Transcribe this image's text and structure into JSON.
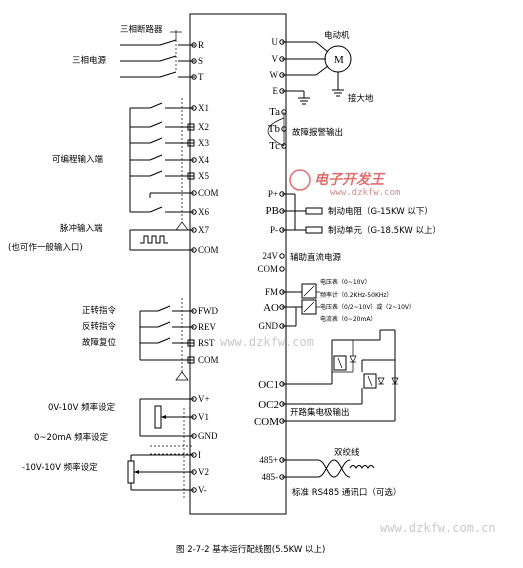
{
  "left_labels": {
    "breaker": "三相断路器",
    "three_phase_power": "三相电源",
    "programmable_inputs": "可编程输入端",
    "pulse_input": "脉冲输入端",
    "pulse_input_note": "(也可作一般输入口)",
    "forward": "正转指令",
    "reverse": "反转指令",
    "fault_reset": "故障复位",
    "freq_0_10v": "0V-10V 频率设定",
    "freq_0_20ma": "0~20mA 频率设定",
    "freq_pm10v": "-10V-10V 频率设定"
  },
  "left_terminals": [
    "R",
    "S",
    "T",
    "X1",
    "X2",
    "X3",
    "X4",
    "X5",
    "COM",
    "X6",
    "X7",
    "COM",
    "FWD",
    "REV",
    "RST",
    "COM",
    "V+",
    "V1",
    "GND",
    "I",
    "V2",
    "V-"
  ],
  "right_terminals": [
    "U",
    "V",
    "W",
    "E",
    "Ta",
    "Tb",
    "Tc",
    "P+",
    "PB",
    "P-",
    "24V",
    "COM",
    "FM",
    "AO",
    "GND",
    "OC1",
    "OC2",
    "COM",
    "485+",
    "485-"
  ],
  "right_labels": {
    "motor": "电动机",
    "motor_symbol": "M",
    "ground": "接大地",
    "fault_alarm": "故障报警输出",
    "brake_resistor": "制动电阻（G-15KW 以下）",
    "brake_unit": "制动单元（G-18.5KW 以上）",
    "aux_dc": "辅助直流电源",
    "voltmeter": "电压表（0~10V）",
    "freq_meter": "频率计（0.2KHz-50KHz）",
    "voltmeter2": "电压表（0/2~10V）或（2~10V）",
    "ammeter": "电流表（0~20mA）",
    "open_collector": "开路集电极输出",
    "twisted_pair": "双绞线",
    "rs485": "标准 RS485 通讯口（可选）"
  },
  "watermarks": {
    "brand": "电子开发王",
    "brand_url": "www.dzkfw.com",
    "middle": "www.dzkfw.com",
    "bottom": "www.dzkfw.com.cn"
  },
  "caption": "图 2-7-2 基本运行配线图(5.5KW 以上)"
}
